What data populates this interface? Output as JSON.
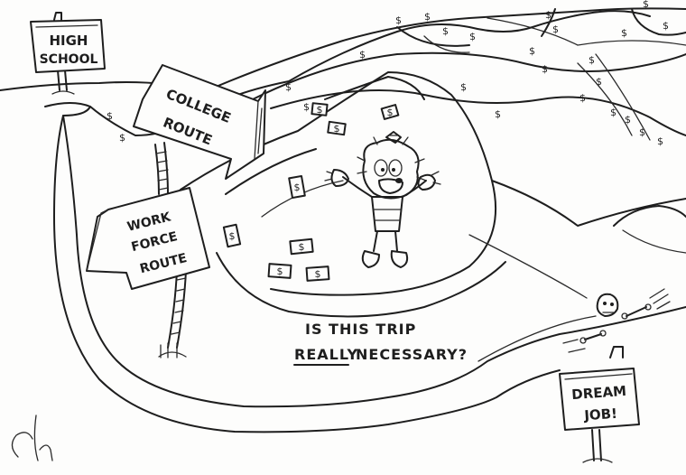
{
  "signs": {
    "high_school_line1": "HIGH",
    "high_school_line2": "SCHOOL",
    "college_line1": "COLLEGE",
    "college_line2": "ROUTE",
    "workforce_line1": "WORK",
    "workforce_line2": "FORCE",
    "workforce_line3": "ROUTE",
    "dream_line1": "DREAM",
    "dream_line2": "JOB!"
  },
  "caption": {
    "line1": "IS THIS TRIP",
    "line2_emphasis": "REALLY",
    "line2_rest": "NECESSARY?"
  },
  "money_symbol": "$",
  "signature": "Ch"
}
